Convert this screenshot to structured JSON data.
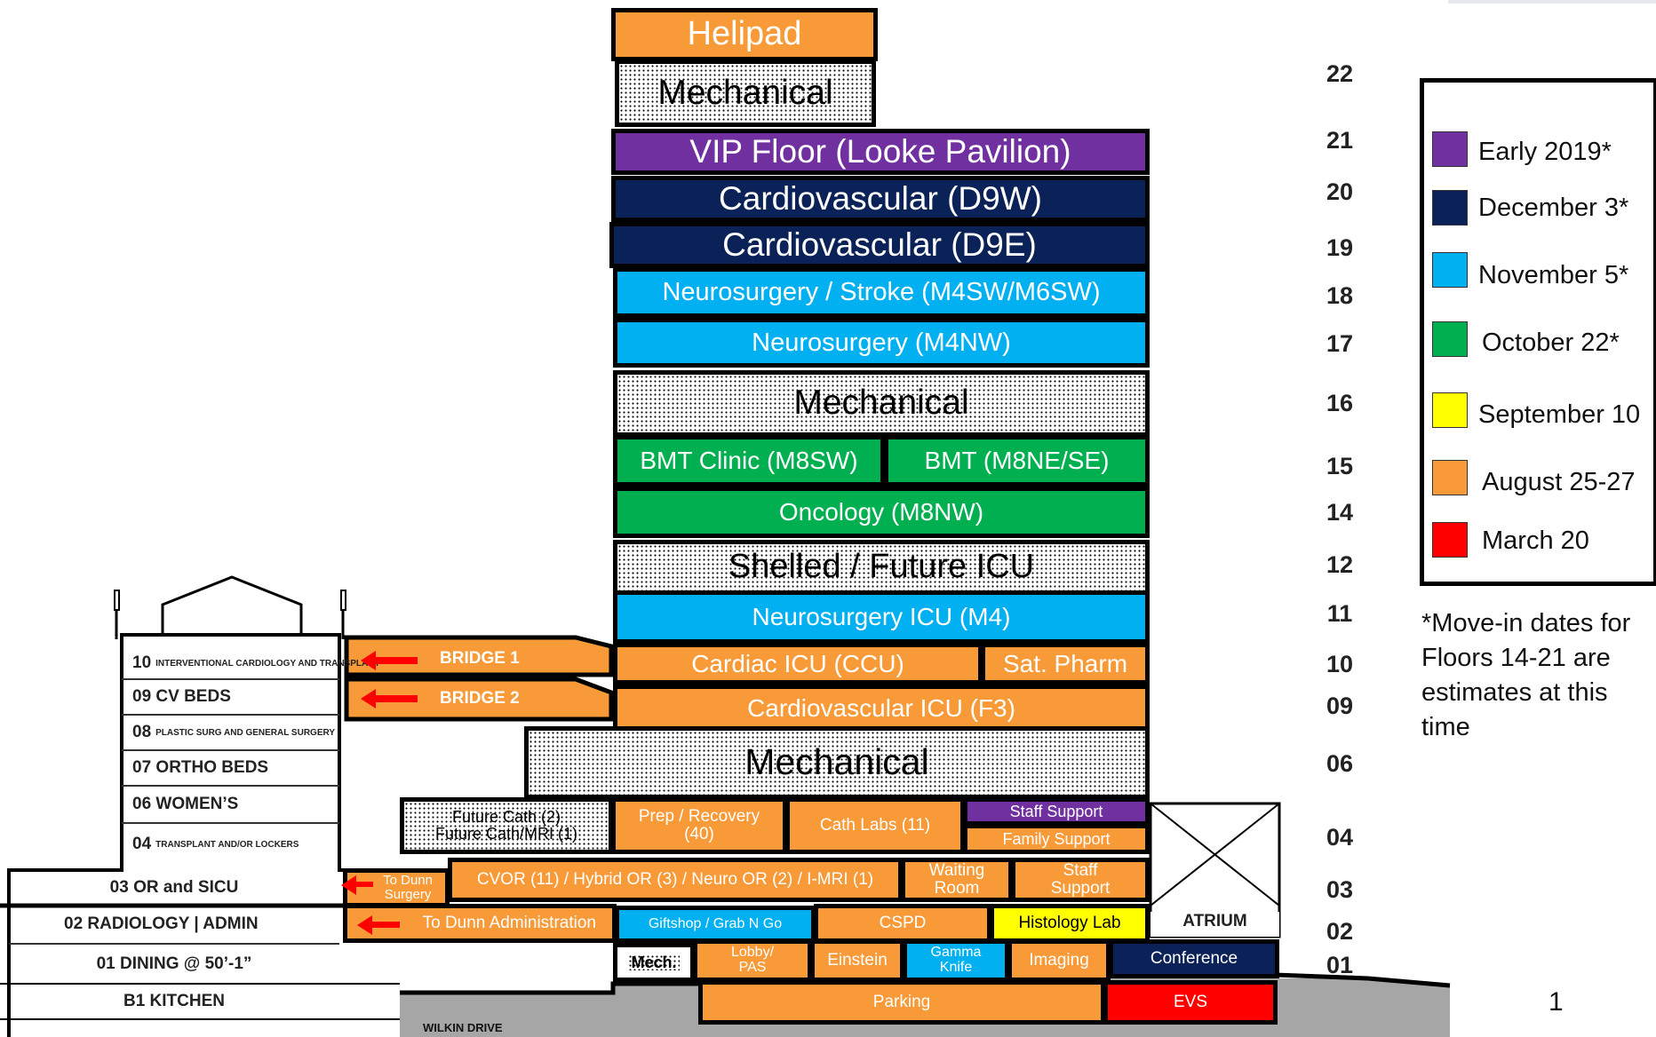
{
  "floors": {
    "helipad": "Helipad",
    "mech_22": "Mechanical",
    "f21": "VIP Floor (Looke Pavilion)",
    "f20": "Cardiovascular (D9W)",
    "f19": "Cardiovascular (D9E)",
    "f18": "Neurosurgery / Stroke (M4SW/M6SW)",
    "f17": "Neurosurgery  (M4NW)",
    "mech_16": "Mechanical",
    "f15_left": "BMT Clinic (M8SW)",
    "f15_right": "BMT (M8NE/SE)",
    "f14": "Oncology (M8NW)",
    "f12": "Shelled / Future ICU",
    "f11": "Neurosurgery ICU (M4)",
    "f10_left": "Cardiac ICU (CCU)",
    "f10_right": "Sat. Pharm",
    "f09": "Cardiovascular ICU (F3)",
    "mech_06": "Mechanical",
    "f04_future": "Future Cath (2)\nFuture Cath/MRI (1)",
    "f04_prep": "Prep / Recovery\n(40)",
    "f04_cath": "Cath Labs (11)",
    "f04_staff": "Staff Support",
    "f04_family": "Family Support",
    "f03_dunn": "To Dunn\nSurgery",
    "f03_or": "CVOR (11) / Hybrid OR (3) / Neuro OR (2) / I-MRI (1)",
    "f03_waiting": "Waiting\nRoom",
    "f03_staff": "Staff\nSupport",
    "f02_dunn": "To Dunn Administration",
    "f02_gift": "Giftshop  / Grab N Go",
    "f02_cspd": "CSPD",
    "f02_histology": "Histology Lab",
    "f01_mech": "Mech.",
    "f01_lobby": "Lobby/\nPAS",
    "f01_einstein": "Einstein",
    "f01_gamma": "Gamma\nKnife",
    "f01_imaging": "Imaging",
    "f01_conference": "Conference",
    "parking": "Parking",
    "evs": "EVS",
    "atrium": "ATRIUM",
    "bridge1": "BRIDGE 1",
    "bridge2": "BRIDGE 2",
    "wilkin": "WILKIN DRIVE"
  },
  "floor_numbers": [
    "22",
    "21",
    "20",
    "19",
    "18",
    "17",
    "16",
    "15",
    "14",
    "12",
    "11",
    "10",
    "09",
    "06",
    "04",
    "03",
    "02",
    "01"
  ],
  "old_building": {
    "r10_num": "10",
    "r10_label": "INTERVENTIONAL CARDIOLOGY AND TRANSPLANT",
    "r09": "09 CV BEDS",
    "r08_num": "08",
    "r08_label": "PLASTIC SURG AND GENERAL SURGERY",
    "r07": "07 ORTHO BEDS",
    "r06": "06 WOMEN’S",
    "r04_num": "04",
    "r04_label": "TRANSPLANT AND/OR LOCKERS",
    "r03": "03 OR and SICU",
    "r02": "02 RADIOLOGY | ADMIN",
    "r01": "01 DINING @ 50’-1”",
    "rb1": "B1 KITCHEN"
  },
  "legend": [
    {
      "label": "Early 2019*",
      "color": "#7030a0"
    },
    {
      "label": "December 3*",
      "color": "#0a2257"
    },
    {
      "label": "November 5*",
      "color": "#00b0f0"
    },
    {
      "label": "October 22*",
      "color": "#00b050"
    },
    {
      "label": "September 10",
      "color": "#ffff00"
    },
    {
      "label": "August 25-27",
      "color": "#f99a38"
    },
    {
      "label": "March 20",
      "color": "#ff0000"
    }
  ],
  "footnote": "*Move-in dates for Floors 14-21 are estimates at this time",
  "page_number": "1"
}
